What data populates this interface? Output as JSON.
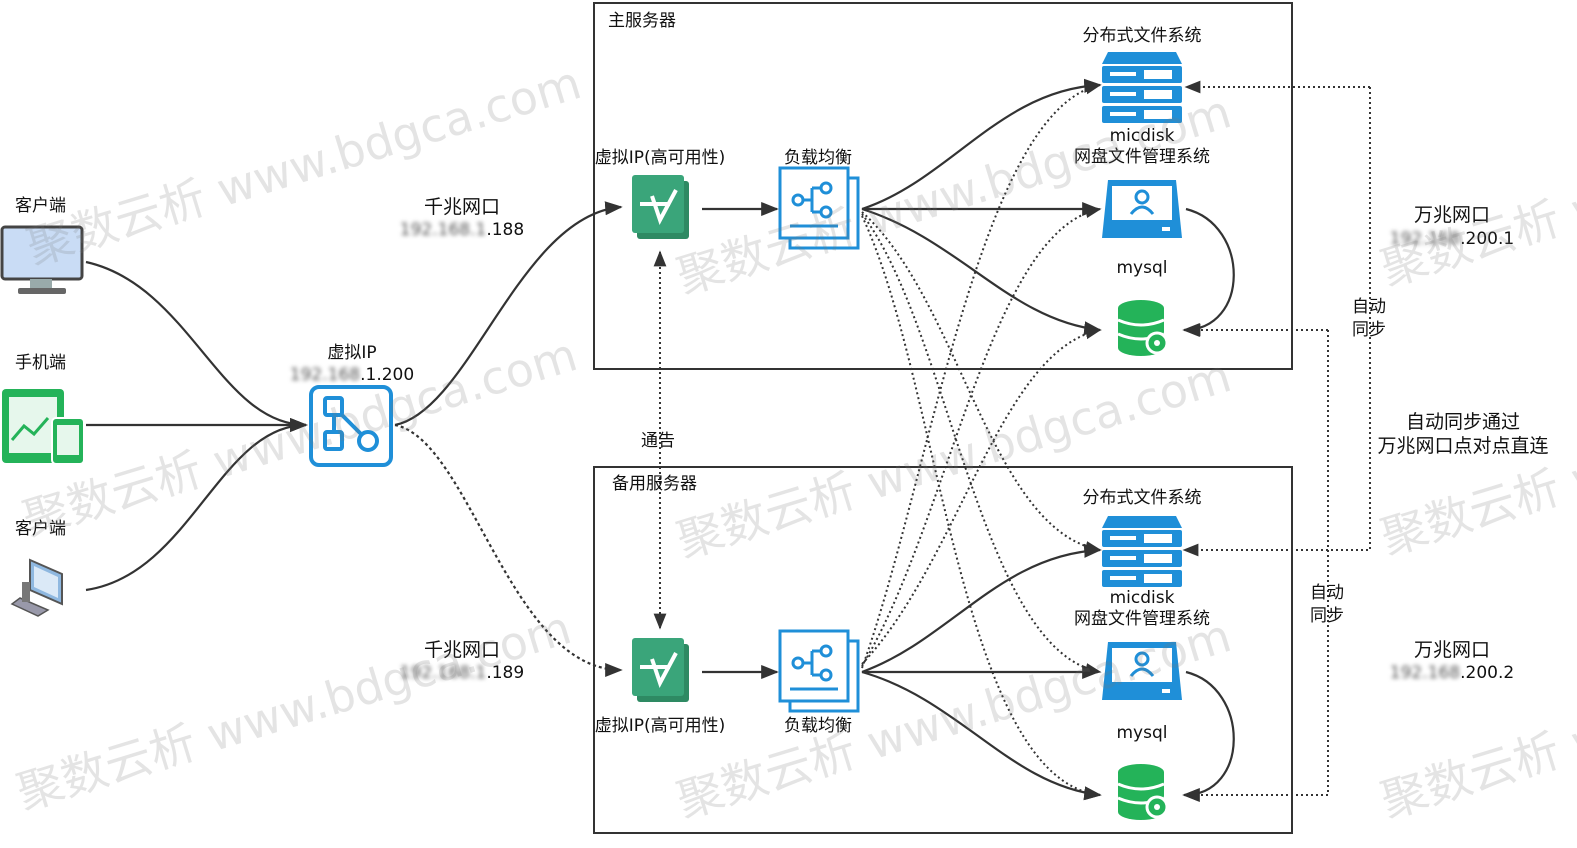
{
  "watermark": "聚数云析 www.bdgca.com",
  "clients": [
    {
      "label": "客户端"
    },
    {
      "label": "手机端"
    },
    {
      "label": "客户端"
    }
  ],
  "vip_main": {
    "label": "虚拟IP",
    "ip_prefix": "192.168",
    "ip_suffix": ".1.200"
  },
  "link_primary": {
    "label": "千兆网口",
    "ip_prefix": "192.168.1",
    "ip_suffix": ".188"
  },
  "link_backup": {
    "label": "千兆网口",
    "ip_prefix": "192.168.1",
    "ip_suffix": ".189"
  },
  "heartbeat_label": "通告",
  "primary": {
    "title": "主服务器",
    "vip_label": "虚拟IP(高可用性)",
    "lb_label": "负载均衡",
    "dfs_label": "分布式文件系统",
    "app_name": "micdisk",
    "app_desc": "网盘文件管理系统",
    "db_label": "mysql"
  },
  "backup": {
    "title": "备用服务器",
    "vip_label": "虚拟IP(高可用性)",
    "lb_label": "负载均衡",
    "dfs_label": "分布式文件系统",
    "app_name": "micdisk",
    "app_desc": "网盘文件管理系统",
    "db_label": "mysql"
  },
  "sync": {
    "label_a_1": "自动",
    "label_a_2": "同步",
    "label_b_1": "自动",
    "label_b_2": "同步",
    "note_1": "自动同步通过",
    "note_2": "万兆网口点对点直连",
    "port_main_label": "万兆网口",
    "port_main_ip_prefix": "192.168",
    "port_main_ip_suffix": ".200.1",
    "port_backup_label": "万兆网口",
    "port_backup_ip_prefix": "192.168",
    "port_backup_ip_suffix": ".200.2"
  },
  "colors": {
    "box_border": "#333333",
    "line": "#3a3a3a",
    "icon_blue": "#1f8fd8",
    "icon_green": "#3aa57a",
    "device_green": "#24b359",
    "monitor_blue": "#c9dcf5"
  }
}
